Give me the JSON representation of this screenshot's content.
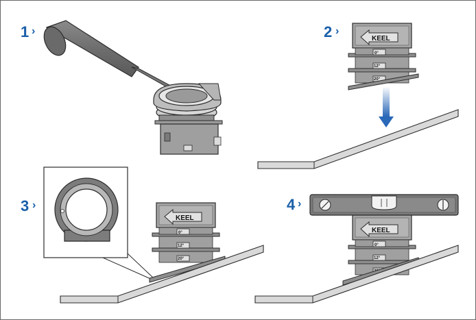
{
  "steps": [
    {
      "number": "1",
      "marker": "›"
    },
    {
      "number": "2",
      "marker": "›"
    },
    {
      "number": "3",
      "marker": "›"
    },
    {
      "number": "4",
      "marker": "›"
    }
  ],
  "housing_labels": {
    "keel": "KEEL",
    "angle_0": "0°",
    "angle_12": "12°",
    "angle_20": "20°"
  },
  "colors": {
    "step_number": "#1a5fa8",
    "arrow": "#2a68b8",
    "part_dark": "#7a7a7a",
    "part_mid": "#a9a9a9",
    "part_light": "#d4d4d4",
    "outline": "#2b2b2b",
    "frame": "#666666"
  }
}
